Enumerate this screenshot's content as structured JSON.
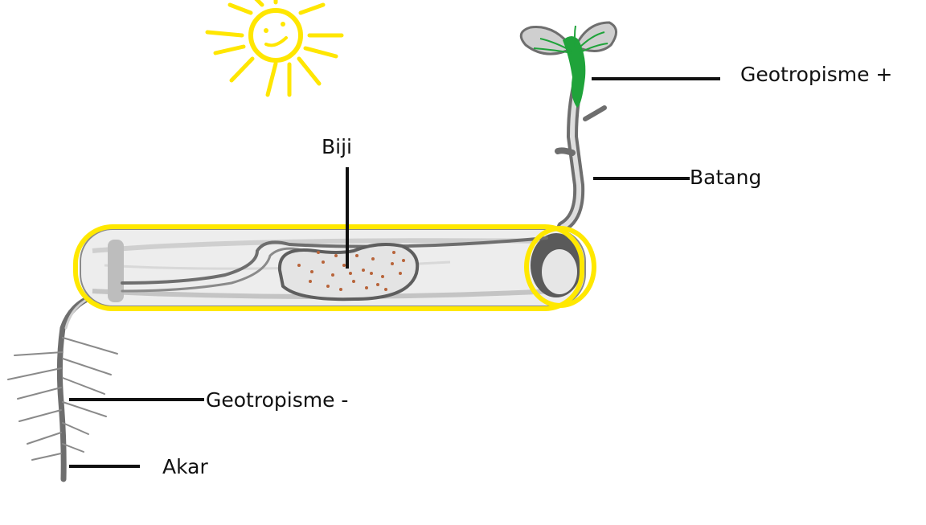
{
  "labels": {
    "geotropism_positive": "Geotropisme +",
    "stem": "Batang",
    "seed": "Biji",
    "geotropism_negative": "Geotropisme -",
    "root": "Akar"
  },
  "colors": {
    "highlight": "#ffe800",
    "sun": "#ffe600",
    "leaf": "#1fa33a",
    "seed_dots": "#b8643a",
    "sketch": "#6e6e6e",
    "shade": "#d6d6d6"
  },
  "icons": {
    "sun": "smiling-sun-icon"
  }
}
